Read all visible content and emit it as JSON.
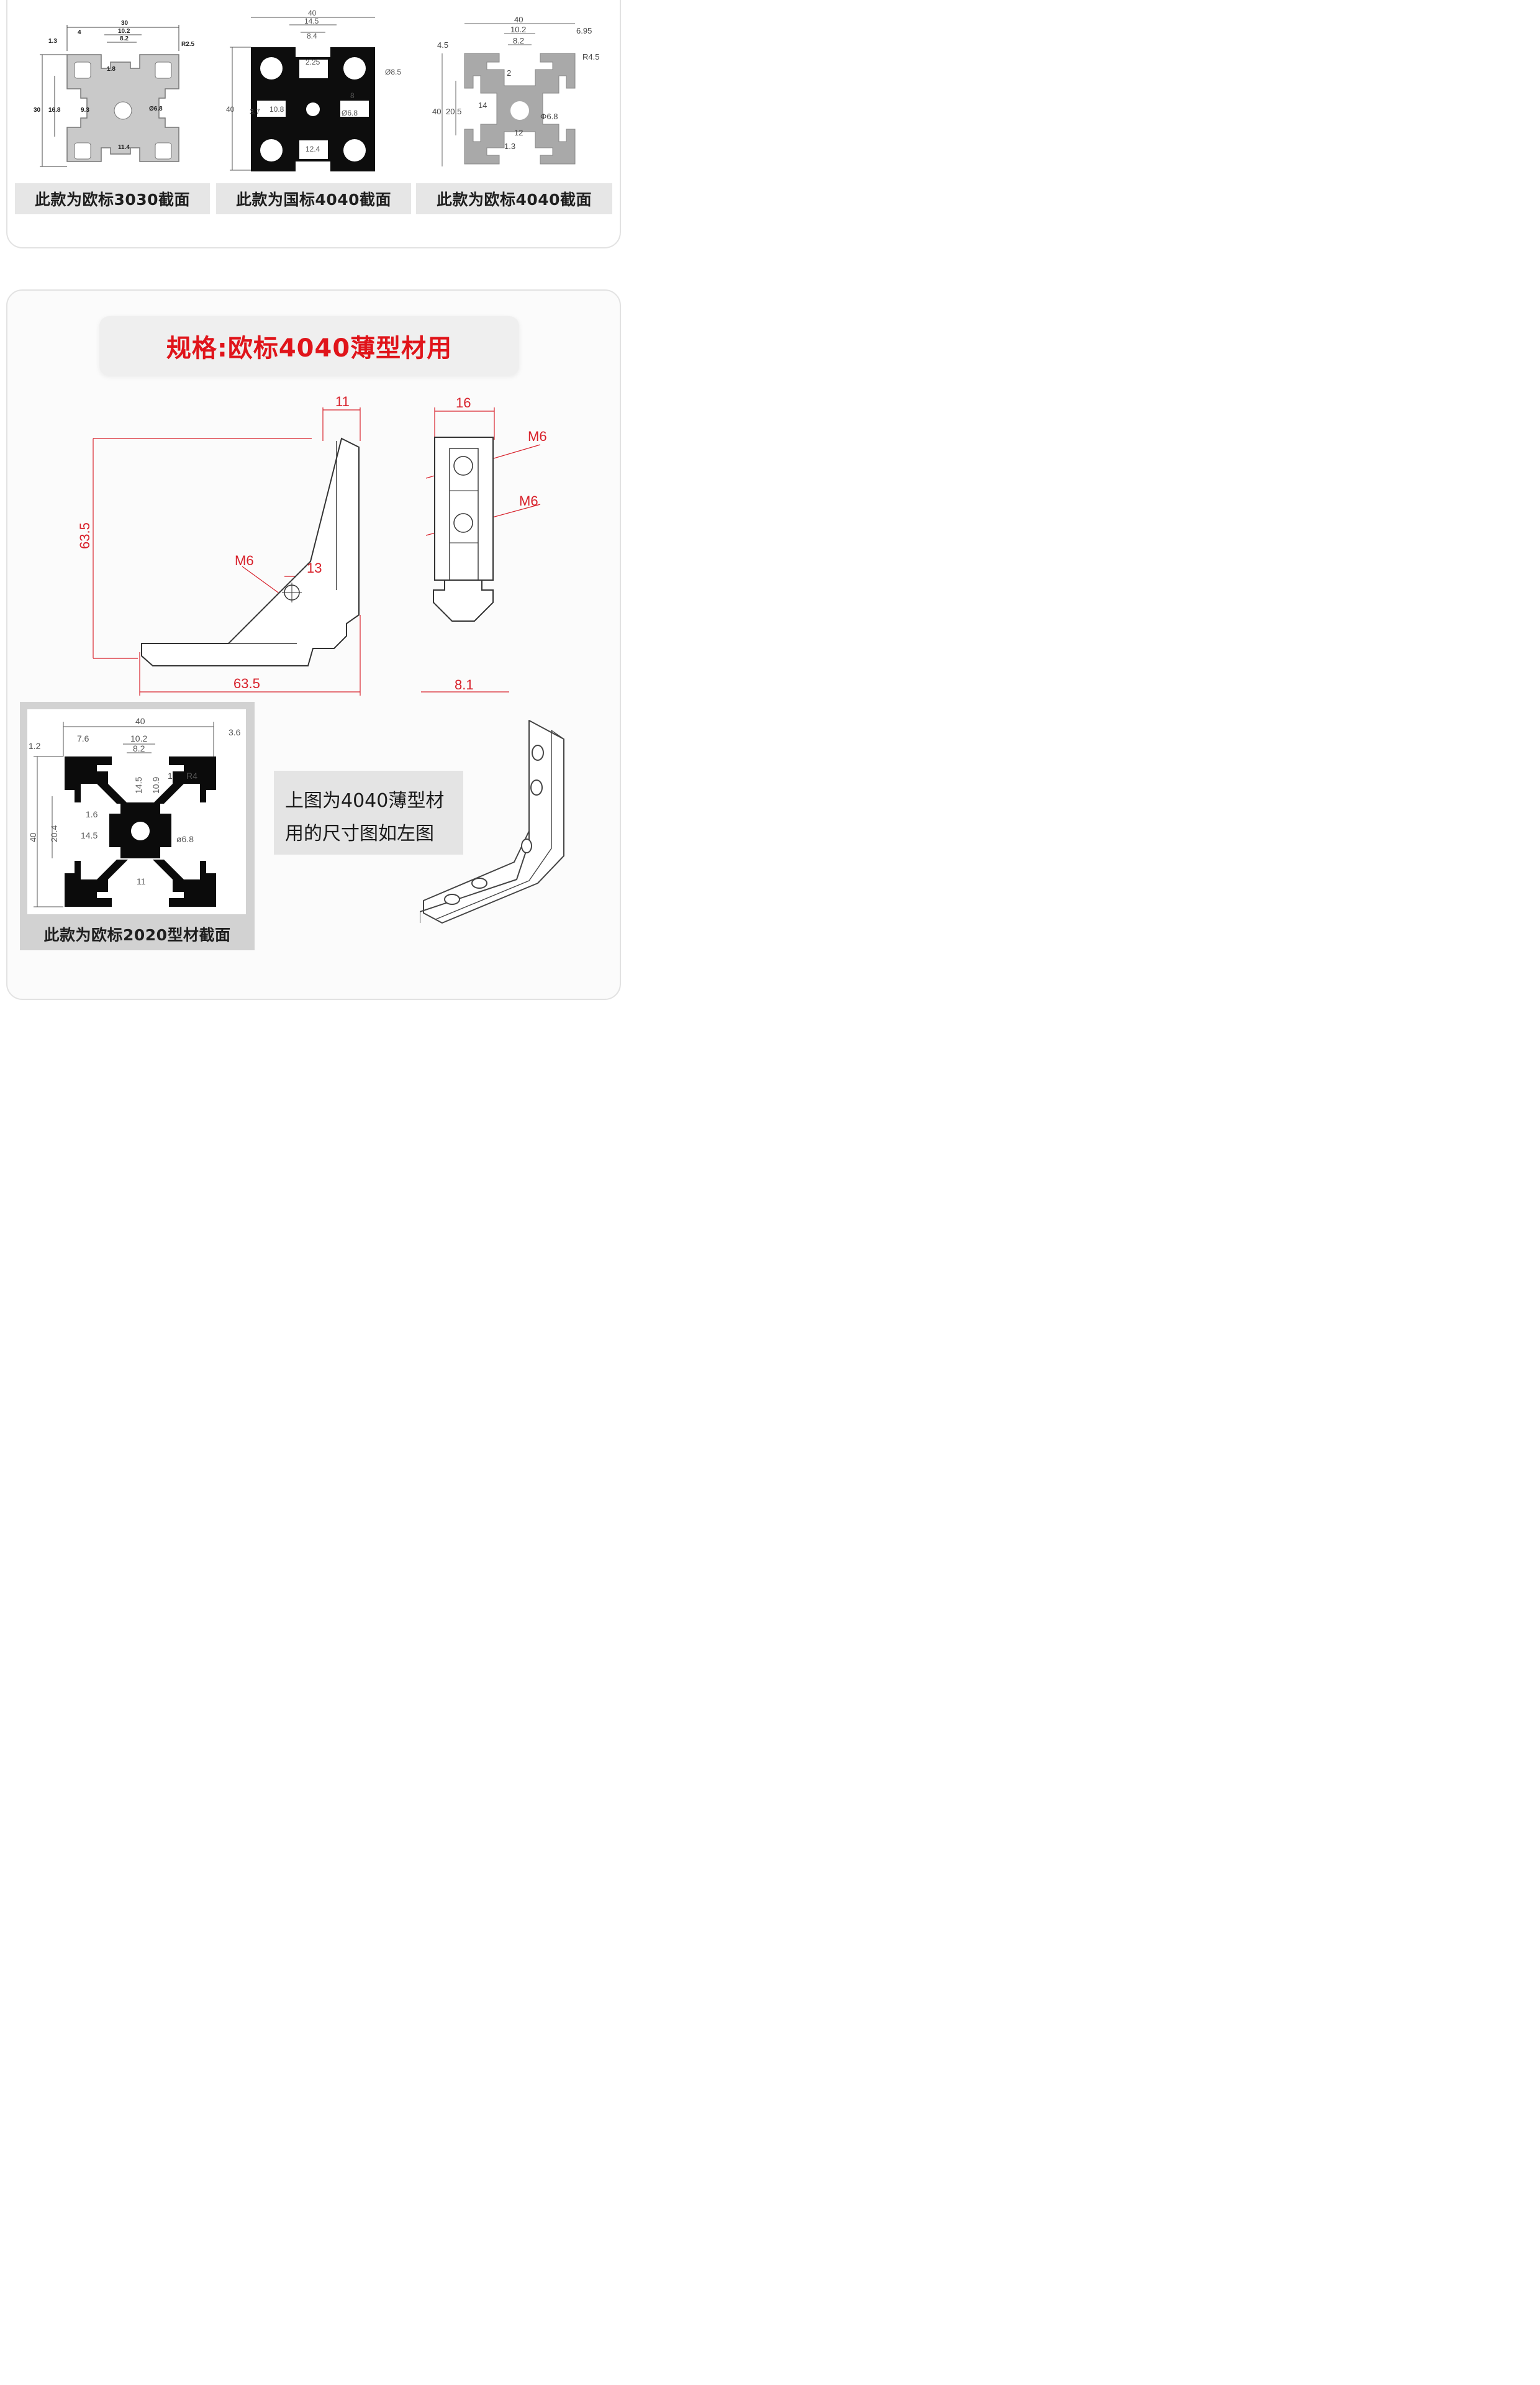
{
  "top_panel": {
    "profiles": [
      {
        "caption": "此款为欧标3030截面",
        "dims": {
          "w": "30",
          "a": "10.2",
          "b": "8.2",
          "c": "4",
          "d": "1.3",
          "r": "R2.5",
          "h": "30",
          "h2": "16.8",
          "t": "1.8",
          "e": "9.3",
          "hole": "Ø6.8",
          "f": "11.4"
        }
      },
      {
        "caption": "此款为国标4040截面",
        "dims": {
          "w": "40",
          "a": "14.5",
          "b": "8.4",
          "t": "2.25",
          "hole_big": "Ø8.5",
          "h": "40",
          "g": "3.7",
          "e": "10.8",
          "hole": "Ø6.8",
          "f": "8",
          "k": "12.4"
        }
      },
      {
        "caption": "此款为欧标4040截面",
        "dims": {
          "w": "40",
          "a": "10.2",
          "b": "8.2",
          "c": "4.5",
          "d": "6.95",
          "r": "R4.5",
          "t": "2",
          "h": "40",
          "h2": "20.5",
          "e": "14",
          "hole": "Φ6.8",
          "f": "12",
          "g": "1.3"
        }
      }
    ]
  },
  "bottom_panel": {
    "title": "规格:欧标4040薄型材用",
    "bracket": {
      "top_w": "11",
      "height": "63.5",
      "hole": "M6",
      "offset": "13",
      "width": "63.5"
    },
    "side_view": {
      "top_w": "16",
      "hole1": "M6",
      "hole2": "M6",
      "bottom_w": "8.1"
    },
    "inset": {
      "caption": "此款为欧标2020型材截面",
      "dims": {
        "w": "40",
        "c": "7.6",
        "a": "10.2",
        "b": "8.2",
        "d": "3.6",
        "g": "1.2",
        "r": "R4",
        "k1": "14.5",
        "k2": "10.9",
        "k3": "1",
        "t": "1.6",
        "h": "40",
        "h2": "20.4",
        "e": "14.5",
        "hole": "ø6.8",
        "f": "11"
      }
    },
    "note": {
      "line1": "上图为4040薄型材",
      "line2": "用的尺寸图如左图"
    }
  },
  "colors": {
    "accent": "#e0141a",
    "dim_red": "#d8202a",
    "profile_dark": "#111111",
    "profile_light": "#c8c8c8"
  }
}
